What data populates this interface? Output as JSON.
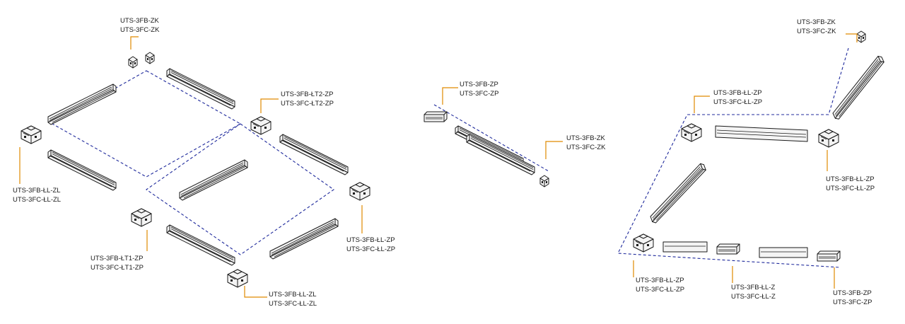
{
  "labels": {
    "l1_zk_fb": "UTS-3FB-ZK",
    "l1_zk_fc": "UTS-3FC-ZK",
    "l1_lt2_fb": "UTS-3FB-ŁT2-ZP",
    "l1_lt2_fc": "UTS-3FC-ŁT2-ZP",
    "l1_llzl_left_fb": "UTS-3FB-ŁL-ZL",
    "l1_llzl_left_fc": "UTS-3FC-ŁL-ZL",
    "l1_llzp_right_fb": "UTS-3FB-ŁL-ZP",
    "l1_llzp_right_fc": "UTS-3FC-ŁL-ZP",
    "l1_lt1_fb": "UTS-3FB-ŁT1-ZP",
    "l1_lt1_fc": "UTS-3FC-ŁT1-ZP",
    "l1_llzl_bottom_fb": "UTS-3FB-ŁL-ZL",
    "l1_llzl_bottom_fc": "UTS-3FC-ŁL-ZL",
    "l2_zp_fb": "UTS-3FB-ZP",
    "l2_zp_fc": "UTS-3FC-ZP",
    "l2_zk_fb": "UTS-3FB-ZK",
    "l2_zk_fc": "UTS-3FC-ZK",
    "l3_zk_fb": "UTS-3FB-ZK",
    "l3_zk_fc": "UTS-3FC-ZK",
    "l3_llzp_top_fb": "UTS-3FB-ŁL-ZP",
    "l3_llzp_top_fc": "UTS-3FC-ŁL-ZP",
    "l3_llzp_right_fb": "UTS-3FB-ŁL-ZP",
    "l3_llzp_right_fc": "UTS-3FC-ŁL-ZP",
    "l3_llzp_bottom_fb": "UTS-3FB-ŁL-ZP",
    "l3_llzp_bottom_fc": "UTS-3FC-ŁL-ZP",
    "l3_llz_fb": "UTS-3FB-ŁL-Z",
    "l3_llz_fc": "UTS-3FC-ŁL-Z",
    "l3_zp_fb": "UTS-3FB-ZP",
    "l3_zp_fc": "UTS-3FC-ZP"
  },
  "colors": {
    "outline": "#1a1a1a",
    "dashed_path": "#1f2a9c",
    "leader": "#e08a00",
    "background": "#ffffff"
  }
}
